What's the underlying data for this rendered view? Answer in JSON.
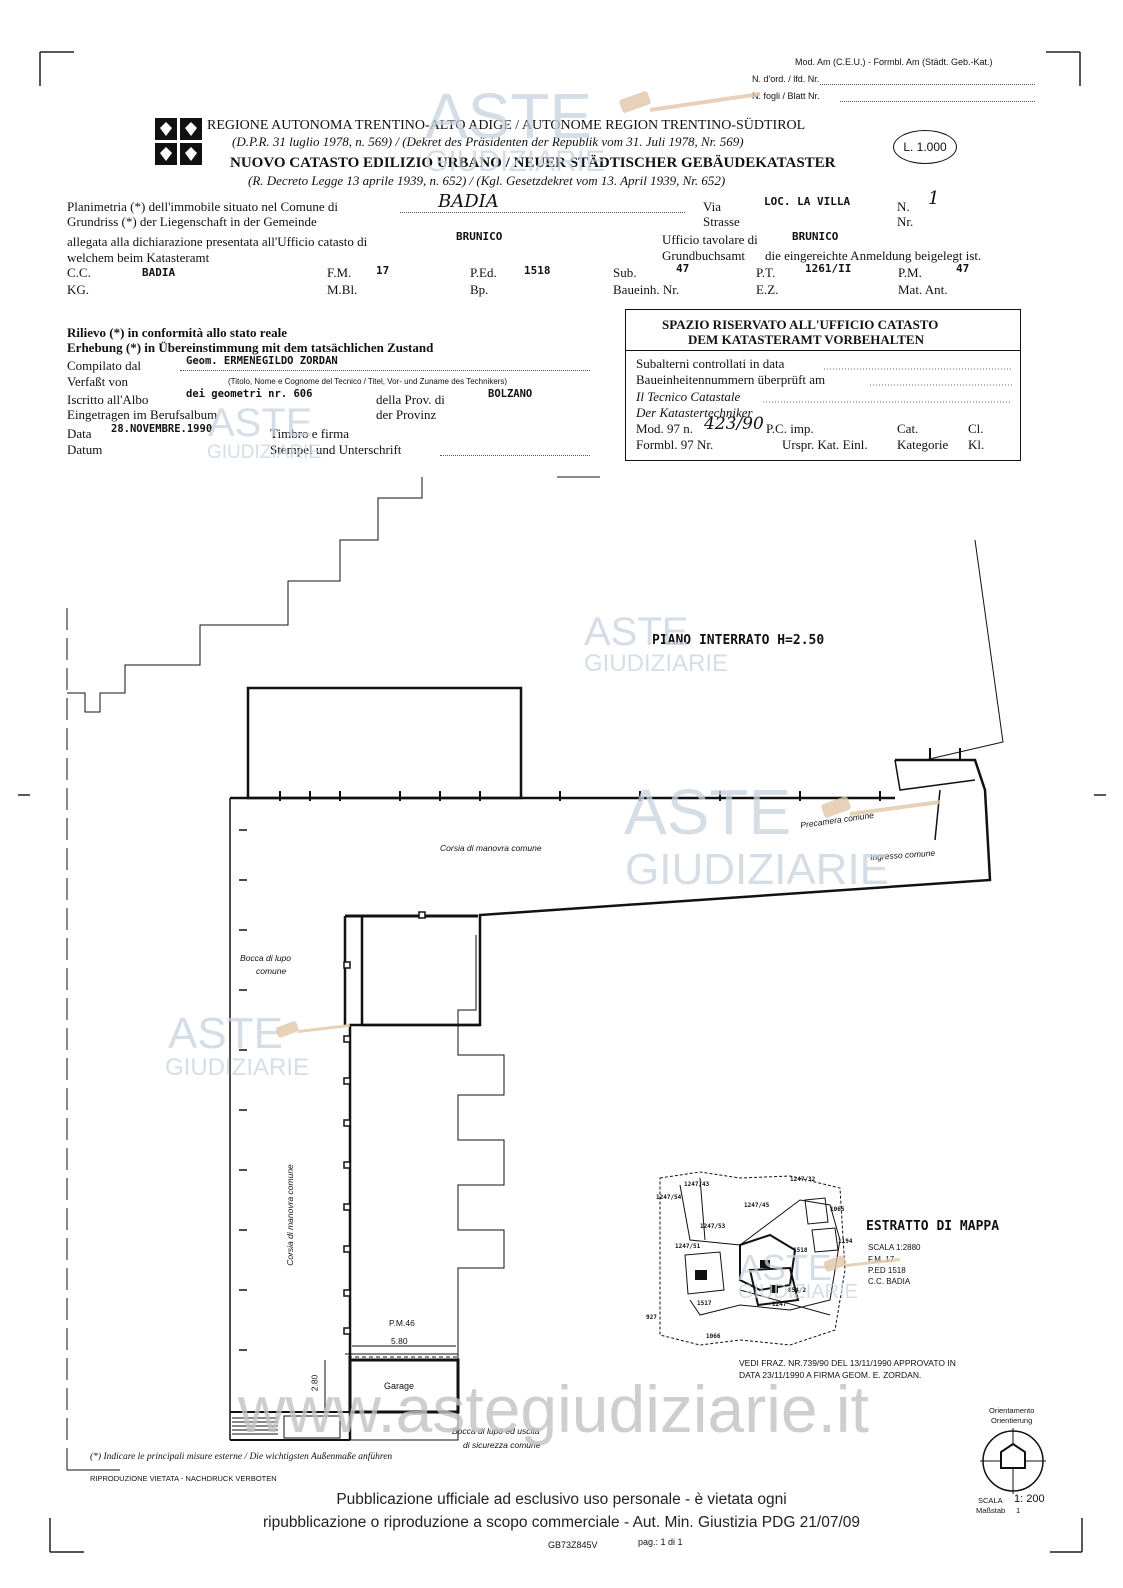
{
  "form_id": {
    "model": "Mod. Am (C.E.U.) - Formbl. Am (Städt. Geb.-Kat.)",
    "order": "N. d'ord. / lfd. Nr.",
    "sheets": "N. fogli / Blatt Nr."
  },
  "header": {
    "region": "REGIONE AUTONOMA TRENTINO-ALTO ADIGE / AUTONOME REGION TRENTINO-SÜDTIROL",
    "dpr": "(D.P.R. 31 luglio 1978, n. 569) / (Dekret des Präsidenten der Republik vom 31. Juli 1978, Nr. 569)",
    "title": "NUOVO CATASTO EDILIZIO URBANO / NEUER STÄDTISCHER GEBÄUDEKATASTER",
    "decree": "(R. Decreto Legge 13 aprile 1939, n. 652) / (Kgl. Gesetzdekret vom 13. April 1939, Nr. 652)",
    "price": "L. 1.000"
  },
  "planimetria": {
    "line1_label": "Planimetria (*) dell'immobile situato nel Comune di",
    "line1_de": "Grundriss (*) der Liegenschaft in der Gemeinde",
    "comune": "BADIA",
    "via_label": "Via",
    "strasse_label": "Strasse",
    "via": "LOC. LA VILLA",
    "n_label": "N.",
    "nr_label": "Nr.",
    "number": "1",
    "allegata": "allegata alla dichiarazione presentata all'Ufficio catasto di",
    "welchem": "welchem beim Katasteramt",
    "ufficio_catasto": "BRUNICO",
    "tavolare_label": "Ufficio tavolare di",
    "grundbuch_label": "Grundbuchsamt",
    "tavolare": "BRUNICO",
    "grundbuch_text": "die eingereichte Anmeldung beigelegt ist."
  },
  "ids": {
    "cc_label": "C.C.",
    "kg_label": "KG.",
    "cc": "BADIA",
    "fm_label": "F.M.",
    "mbl_label": "M.Bl.",
    "fm": "17",
    "ped_label": "P.Ed.",
    "bp_label": "Bp.",
    "ped": "1518",
    "sub_label": "Sub.",
    "baueinh_label": "Baueinh. Nr.",
    "sub": "47",
    "pt_label": "P.T.",
    "ez_label": "E.Z.",
    "pt": "1261/II",
    "pm_label": "P.M.",
    "matant_label": "Mat. Ant.",
    "pm": "47"
  },
  "rilievo": {
    "line1": "Rilievo (*) in conformità allo stato reale",
    "line2": "Erhebung (*) in Übereinstimmung mit dem tatsächlichen Zustand",
    "compilato_label": "Compilato dal",
    "verfasst_label": "Verfaßt von",
    "compilato": "Geom. ERMENEGILDO ZORDAN",
    "titolo_note": "(Titolo, Nome e Cognome del Tecnico / Titel, Vor- und Zuname des Technikers)",
    "albo_label": "Iscritto all'Albo",
    "berufs_label": "Eingetragen im Berufsalbum",
    "albo": "dei geometri nr. 606",
    "prov_label": "della Prov. di",
    "provinz_label": "der Provinz",
    "provincia": "BOLZANO",
    "data_label": "Data",
    "datum_label": "Datum",
    "data": "28.NOVEMBRE.1990",
    "timbro": "Timbro e firma",
    "stempel": "Stempel und Unterschrift"
  },
  "office_box": {
    "title1": "SPAZIO RISERVATO ALL'UFFICIO CATASTO",
    "title2": "DEM KATASTERAMT VORBEHALTEN",
    "row1": "Subalterni controllati in data",
    "row2": "Baueinheitennummern überprüft am",
    "row3": "Il Tecnico Catastale",
    "row4": "Der Katastertechniker",
    "mod97": "Mod. 97 n.",
    "mod97_val": "423/90",
    "formbl97": "Formbl. 97 Nr.",
    "pc": "P.C. imp.",
    "urspr": "Urspr. Kat. Einl.",
    "cat": "Cat.",
    "kategorie": "Kategorie",
    "cl": "Cl.",
    "kl": "Kl."
  },
  "plan": {
    "floor": "PIANO INTERRATO H=2.50",
    "corsia_top": "Corsia di manovra comune",
    "precamera": "Precamera comune",
    "ingresso": "Ingresso comune",
    "bocca_lupo": "Bocca di lupo",
    "comune": "comune",
    "corsia_side": "Corsia di manovra comune",
    "pm46": "P.M.46",
    "dim_580": "5.80",
    "dim_280": "2.80",
    "garage": "Garage",
    "bocca_uscita1": "Bocca di lupo ed uscita",
    "bocca_uscita2": "di sicurezza comune"
  },
  "estratto": {
    "title": "ESTRATTO DI MAPPA",
    "scala": "SCALA 1:2880",
    "fm": "F.M. 17",
    "ped": "P.ED 1518",
    "cc": "C.C. BADIA",
    "parcels": [
      "1247/43",
      "1247/32",
      "1247/54",
      "1247/45",
      "1065",
      "1247/53",
      "1247/51",
      "1518",
      "1194",
      "1517",
      "854/2",
      "1247",
      "927",
      "1066"
    ],
    "note1": "VEDI FRAZ. NR.739/90 DEL 13/11/1990 APPROVATO IN",
    "note2": "DATA 23/11/1990 A FIRMA GEOM. E. ZORDAN."
  },
  "orientation": {
    "label1": "Orientamento",
    "label2": "Orientierung",
    "scala_label": "SCALA",
    "massstab_label": "Maßstab",
    "scala": "1: 200",
    "massstab": "1"
  },
  "footer": {
    "note": "(*) Indicare le principali misure esterne / Die wichtigsten Außenmaße anführen",
    "riproduzione": "RIPRODUZIONE VIETATA - NACHDRUCK VERBOTEN",
    "pub1": "Pubblicazione ufficiale ad esclusivo uso personale - è vietata ogni",
    "pub2": "ripubblicazione o riproduzione a scopo commerciale - Aut. Min. Giustizia PDG 21/07/09",
    "code": "GB73Z845V",
    "page": "pag.: 1 di 1"
  },
  "watermark": {
    "aste": "ASTE",
    "giudiziarie": "GIUDIZIARIE",
    "url": "www.astegiudiziarie.it"
  }
}
